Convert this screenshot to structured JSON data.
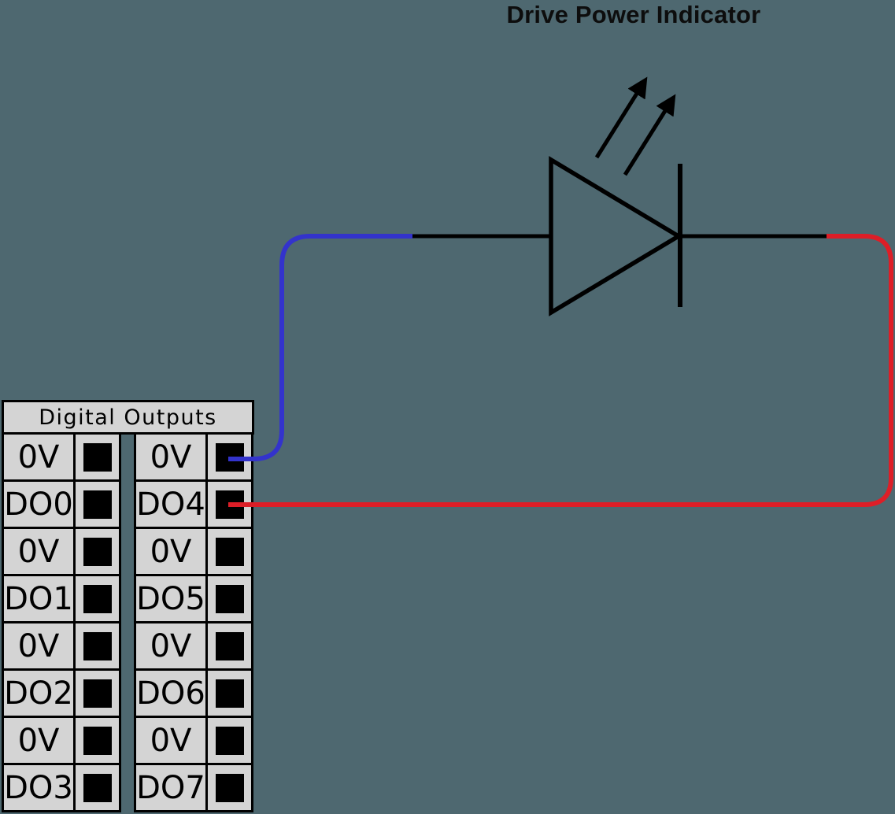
{
  "title": "Drive Power Indicator",
  "colors": {
    "background": "#4e6870",
    "cell_fill": "#d4d4d4",
    "border_black": "#000000",
    "terminal_square": "#000000",
    "wire_blue": "#3333cc",
    "wire_red": "#dd1e27",
    "line_black": "#000000",
    "title_text": "#0d0d0d"
  },
  "terminal_block": {
    "header": "Digital Outputs",
    "rows": [
      {
        "left": "0V",
        "right": "0V"
      },
      {
        "left": "DO0",
        "right": "DO4"
      },
      {
        "left": "0V",
        "right": "0V"
      },
      {
        "left": "DO1",
        "right": "DO5"
      },
      {
        "left": "0V",
        "right": "0V"
      },
      {
        "left": "DO2",
        "right": "DO6"
      },
      {
        "left": "0V",
        "right": "0V"
      },
      {
        "left": "DO3",
        "right": "DO7"
      }
    ]
  },
  "connections": [
    {
      "wire": "blue",
      "from_terminal": "0V",
      "to": "LED anode side"
    },
    {
      "wire": "red",
      "from_terminal": "DO4",
      "to": "LED cathode side"
    }
  ]
}
